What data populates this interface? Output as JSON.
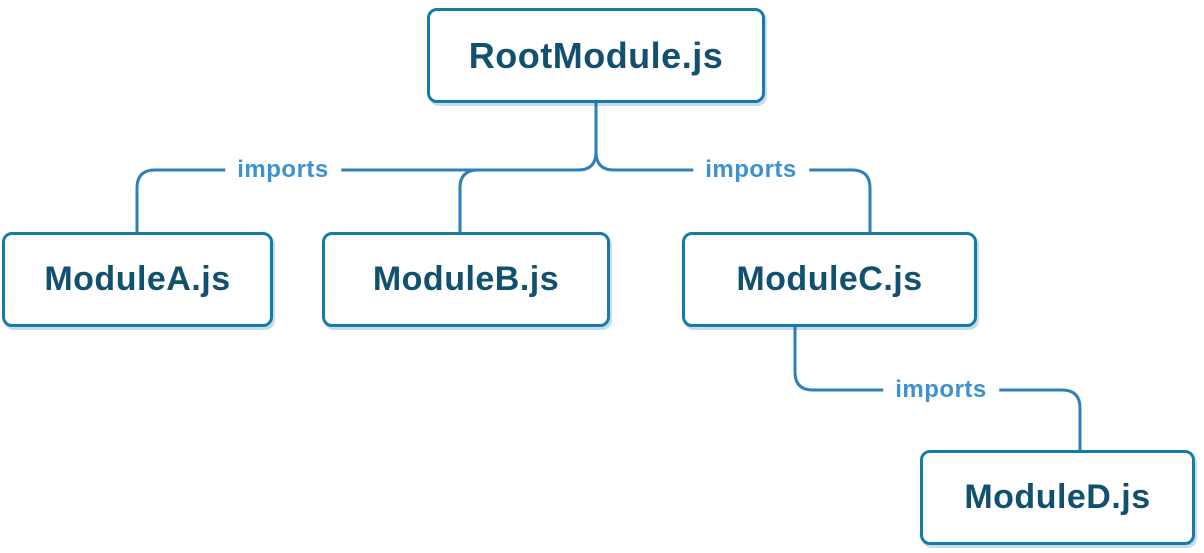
{
  "diagram": {
    "type": "module-dependency-tree",
    "nodes": [
      {
        "id": "root",
        "label": "RootModule.js"
      },
      {
        "id": "moduleA",
        "label": "ModuleA.js"
      },
      {
        "id": "moduleB",
        "label": "ModuleB.js"
      },
      {
        "id": "moduleC",
        "label": "ModuleC.js"
      },
      {
        "id": "moduleD",
        "label": "ModuleD.js"
      }
    ],
    "edges": [
      {
        "from": "RootModule.js",
        "to": "ModuleA.js",
        "label": "imports"
      },
      {
        "from": "RootModule.js",
        "to": "ModuleB.js",
        "label": ""
      },
      {
        "from": "RootModule.js",
        "to": "ModuleC.js",
        "label": "imports"
      },
      {
        "from": "ModuleC.js",
        "to": "ModuleD.js",
        "label": "imports"
      }
    ],
    "edge_labels": [
      "imports",
      "imports",
      "imports"
    ],
    "colors": {
      "node_border": "#1879ab",
      "node_text": "#11506f",
      "line": "#2f7fb9",
      "edge_label_text": "#3c92d1",
      "background": "#ffffff"
    }
  }
}
